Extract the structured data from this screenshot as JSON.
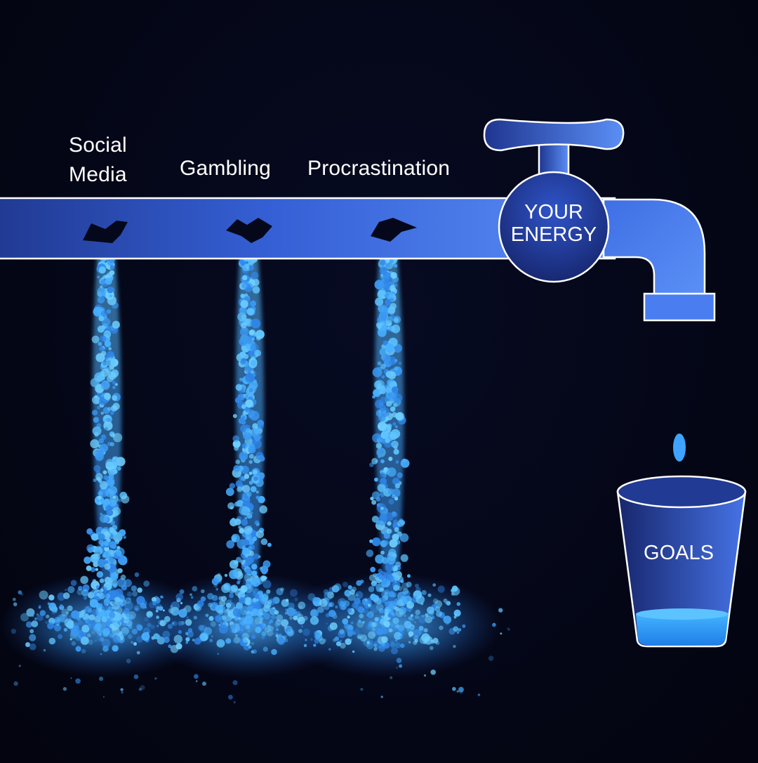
{
  "leaks": [
    {
      "label": "Social\nMedia"
    },
    {
      "label": "Gambling"
    },
    {
      "label": "Procrastination"
    }
  ],
  "faucet": {
    "label": "YOUR\nENERGY"
  },
  "cup": {
    "label": "GOALS"
  },
  "colors": {
    "background": "#050717",
    "pipe_light": "#4f86f2",
    "pipe_dark": "#1b2a72",
    "water": "#3fa6ff",
    "outline": "#ffffff"
  }
}
